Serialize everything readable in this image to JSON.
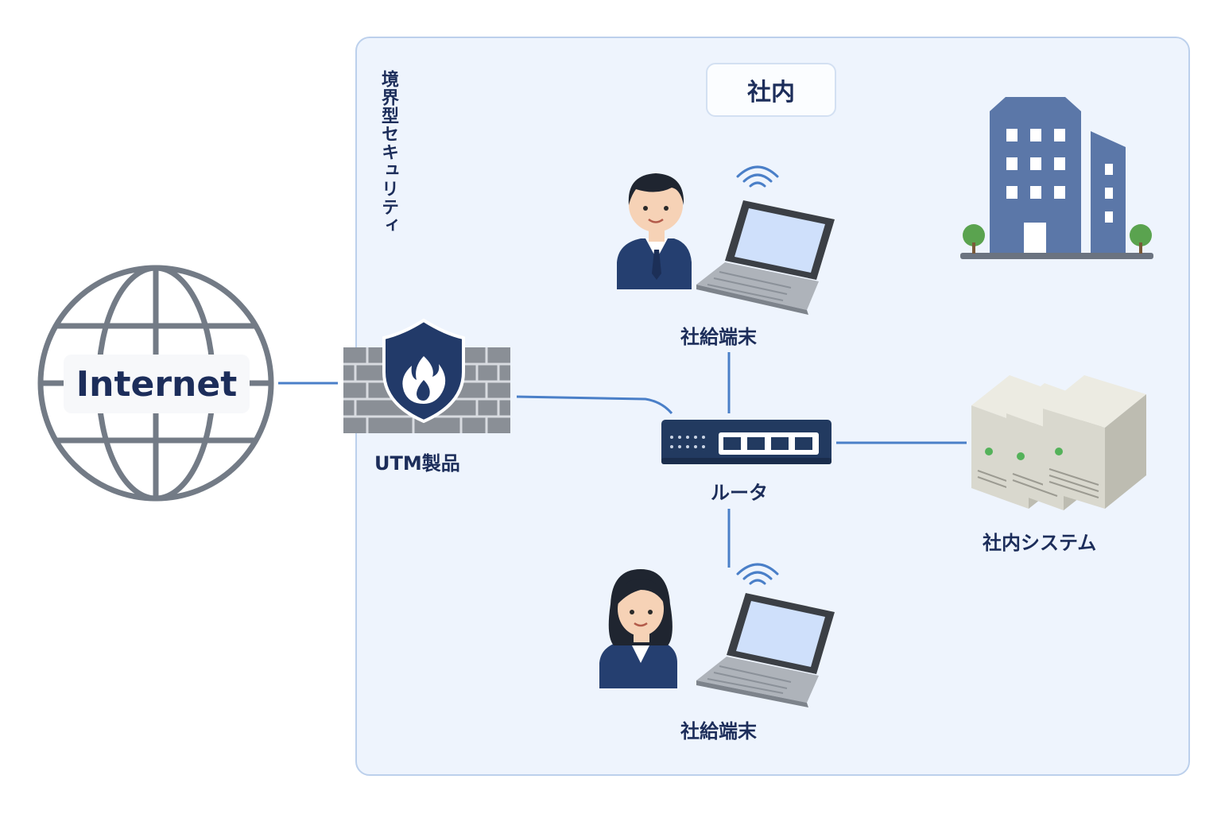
{
  "internet": {
    "label": "Internet"
  },
  "zone": {
    "vertical_label": "境界型セキュリティ",
    "title": "社内"
  },
  "utm": {
    "label": "UTM製品"
  },
  "router": {
    "label": "ルータ"
  },
  "terminal_top": {
    "label": "社給端末"
  },
  "terminal_bottom": {
    "label": "社給端末"
  },
  "system": {
    "label": "社内システム"
  },
  "colors": {
    "line": "#4a7fc8",
    "zone_border": "#bcd0ec",
    "zone_fill": "#eef4fd",
    "text": "#1c2d5a",
    "globe": "#737b86",
    "building": "#5b77a8",
    "suit": "#253f70"
  },
  "icons": {
    "internet": "globe-icon",
    "utm": "firewall-shield-icon",
    "router": "router-icon",
    "terminal": "laptop-icon",
    "user_male": "businessman-icon",
    "user_female": "businesswoman-icon",
    "building": "office-building-icon",
    "servers": "server-icon"
  }
}
